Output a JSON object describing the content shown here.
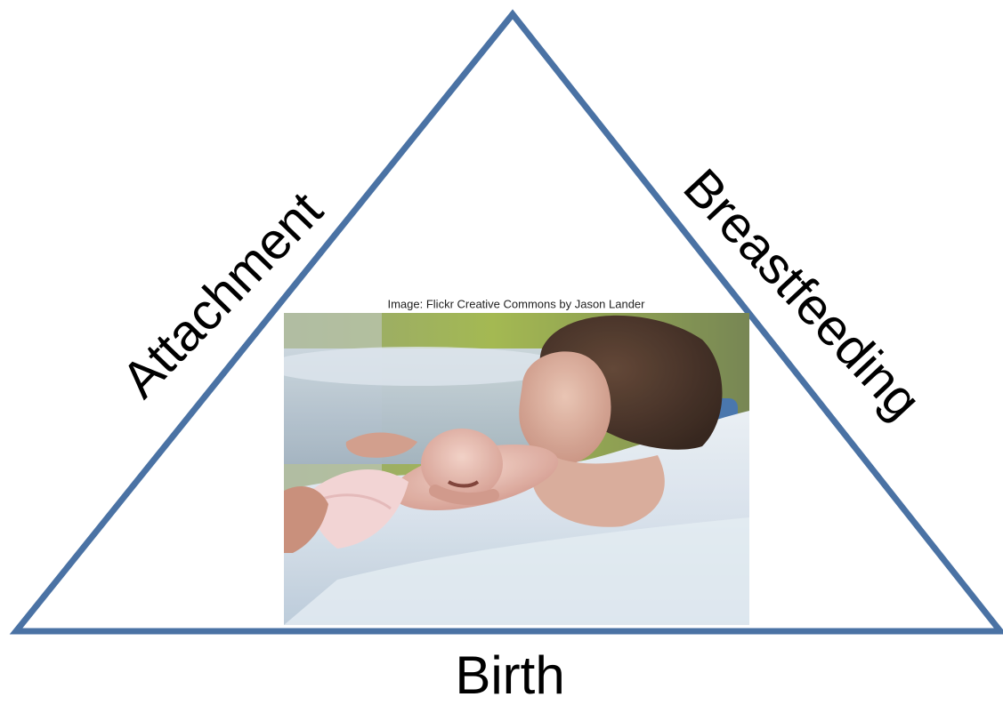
{
  "diagram": {
    "sides": {
      "left": "Attachment",
      "right": "Breastfeeding",
      "bottom": "Birth"
    },
    "photo": {
      "caption": "Image: Flickr Creative Commons by Jason Lander",
      "subject": "mother holding crying newborn skin-to-skin"
    },
    "colors": {
      "triangle_stroke": "#4a72a4",
      "text": "#000000"
    }
  }
}
